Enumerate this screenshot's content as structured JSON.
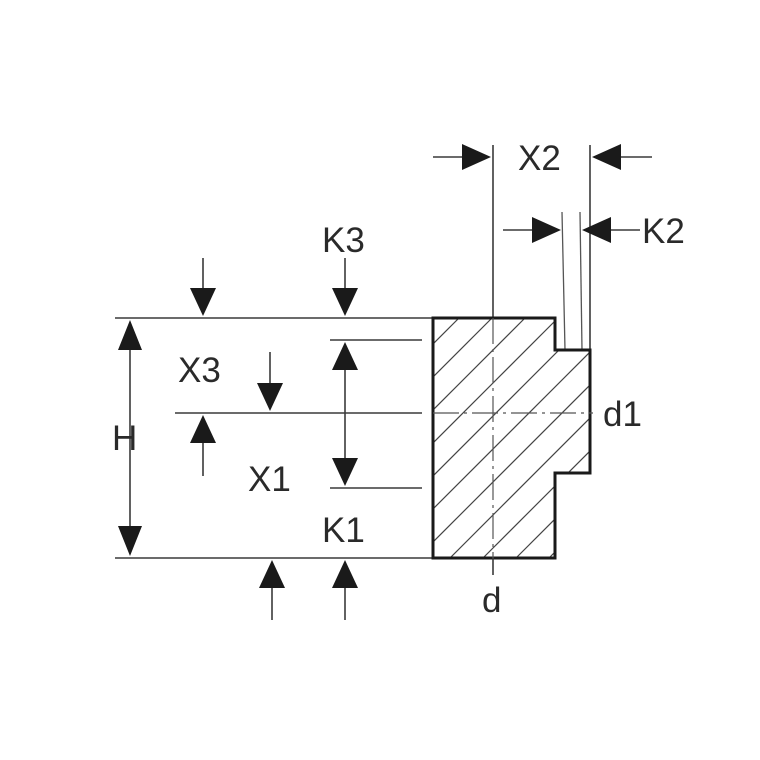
{
  "labels": {
    "x2": "X2",
    "k2": "K2",
    "k3": "K3",
    "x3": "X3",
    "h": "H",
    "d1": "d1",
    "x1": "X1",
    "k1": "K1",
    "d": "d"
  },
  "colors": {
    "line": "#3a3a3a",
    "outline": "#1a1a1a",
    "text": "#2a2a2a",
    "background": "#ffffff"
  }
}
